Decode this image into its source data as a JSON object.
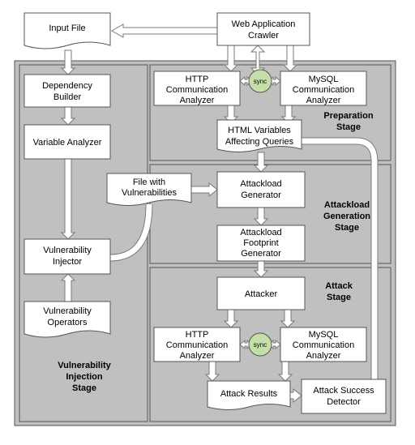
{
  "nodes": {
    "input_file": "Input File",
    "crawler": [
      "Web Application",
      "Crawler"
    ],
    "dependency_builder": [
      "Dependency",
      "Builder"
    ],
    "variable_analyzer": "Variable Analyzer",
    "http_analyzer_top": [
      "HTTP",
      "Communication",
      "Analyzer"
    ],
    "sync_top": "sync",
    "mysql_analyzer_top": [
      "MySQL",
      "Communication",
      "Analyzer"
    ],
    "html_variables": [
      "HTML Variables",
      "Affecting Queries"
    ],
    "file_with_vulnerabilities": [
      "File with",
      "Vulnerabilities"
    ],
    "attackload_generator": [
      "Attackload",
      "Generator"
    ],
    "footprint_generator": [
      "Attackload",
      "Footprint",
      "Generator"
    ],
    "vulnerability_injector": [
      "Vulnerability",
      "Injector"
    ],
    "vulnerability_operators": [
      "Vulnerability",
      "Operators"
    ],
    "attacker": "Attacker",
    "http_analyzer_bottom": [
      "HTTP",
      "Communication",
      "Analyzer"
    ],
    "sync_bottom": "sync",
    "mysql_analyzer_bottom": [
      "MySQL",
      "Communication",
      "Analyzer"
    ],
    "attack_results": "Attack Results",
    "attack_success_detector": [
      "Attack Success",
      "Detector"
    ]
  },
  "stages": {
    "preparation": [
      "Preparation",
      "Stage"
    ],
    "attackload_generation": [
      "Attackload",
      "Generation",
      "Stage"
    ],
    "attack": [
      "Attack",
      "Stage"
    ],
    "vulnerability_injection": [
      "Vulnerability",
      "Injection",
      "Stage"
    ]
  },
  "colors": {
    "panel": "#c0c0c0",
    "sync_circle": "#c5dfaa",
    "box": "#ffffff"
  }
}
